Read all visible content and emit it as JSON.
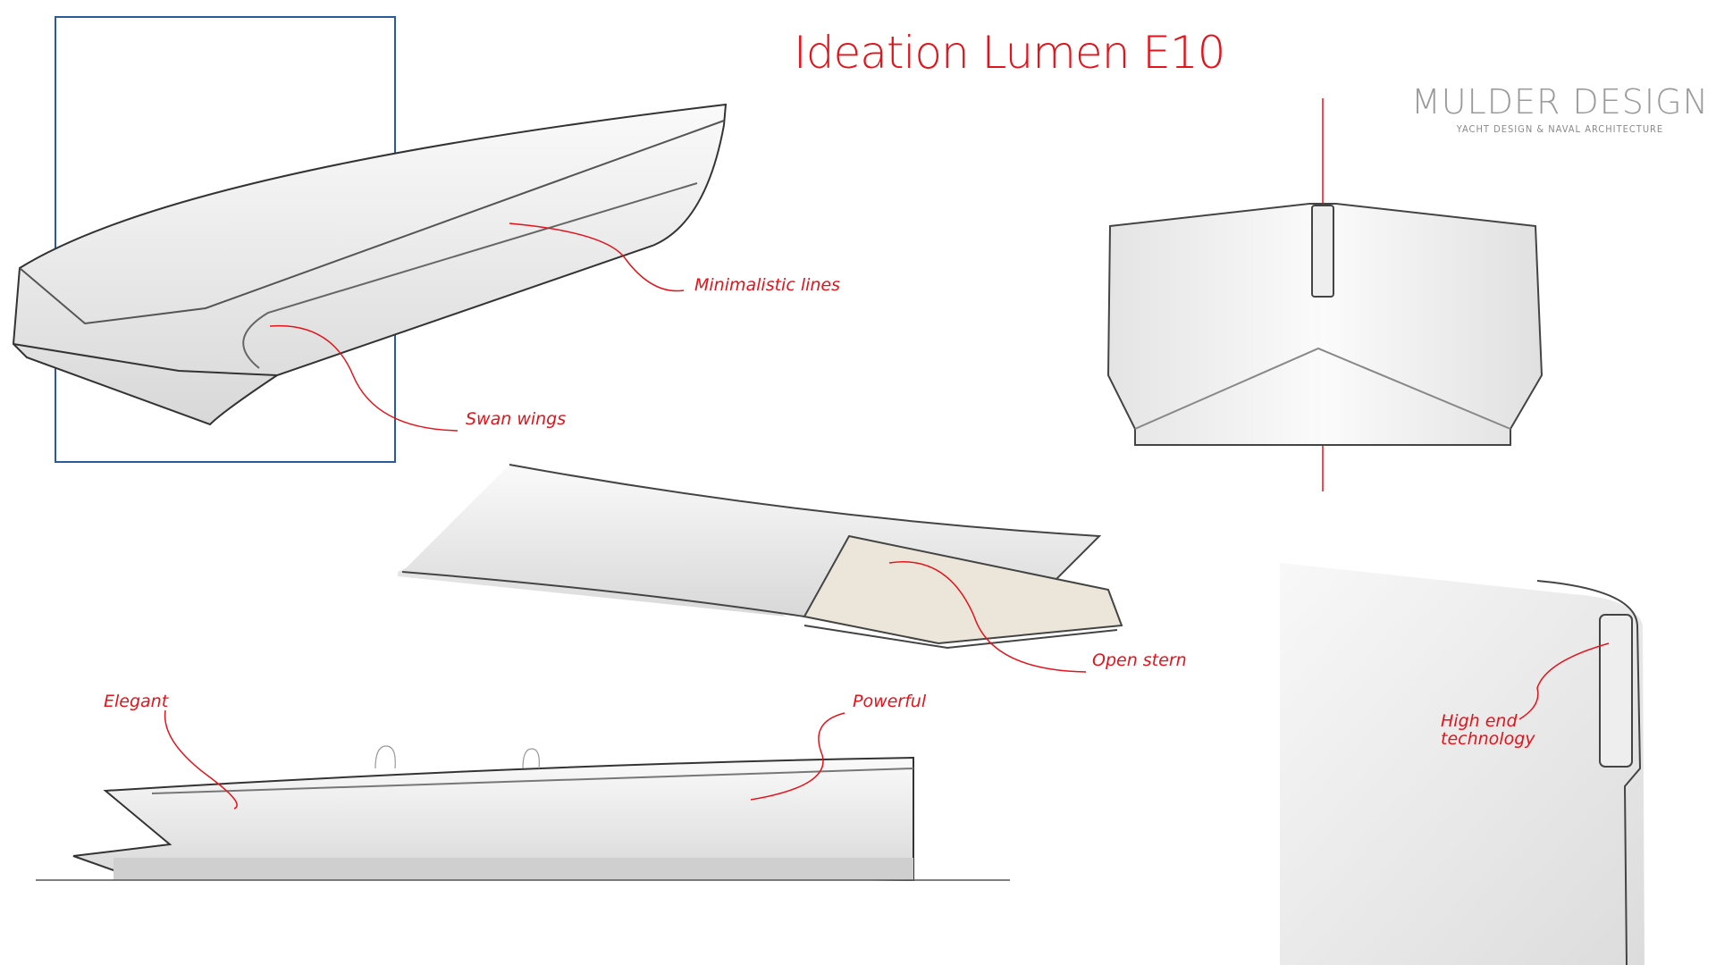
{
  "title": "Ideation Lumen E10",
  "logo": {
    "name": "MULDER DESIGN",
    "tagline": "YACHT DESIGN & NAVAL ARCHITECTURE"
  },
  "annotations": {
    "minimalistic": "Minimalistic lines",
    "swan": "Swan wings",
    "stern": "Open stern",
    "elegant": "Elegant",
    "powerful": "Powerful",
    "tech": "High end technology"
  },
  "colors": {
    "accent": "#e3131b",
    "frame": "#2a5a9a"
  }
}
